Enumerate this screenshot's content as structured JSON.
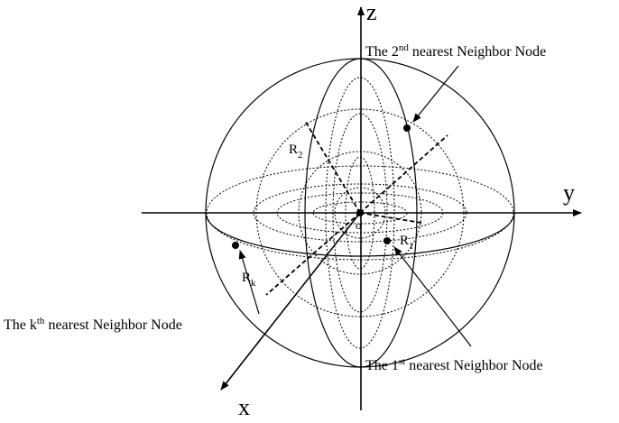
{
  "axes": {
    "z": "z",
    "y": "y",
    "x": "x",
    "origin": "o"
  },
  "radii": {
    "r1": {
      "base": "R",
      "sub": "1"
    },
    "r2": {
      "base": "R",
      "sub": "2"
    },
    "rk": {
      "base": "R",
      "sub": "k"
    }
  },
  "callouts": {
    "second": {
      "pre": "The 2",
      "sup": "nd",
      "post": " nearest Neighbor Node"
    },
    "first": {
      "pre": "The 1",
      "sup": "st",
      "post": " nearest Neighbor Node"
    },
    "kth": {
      "pre": "The k",
      "sup": "th",
      "post": " nearest Neighbor Node"
    }
  }
}
